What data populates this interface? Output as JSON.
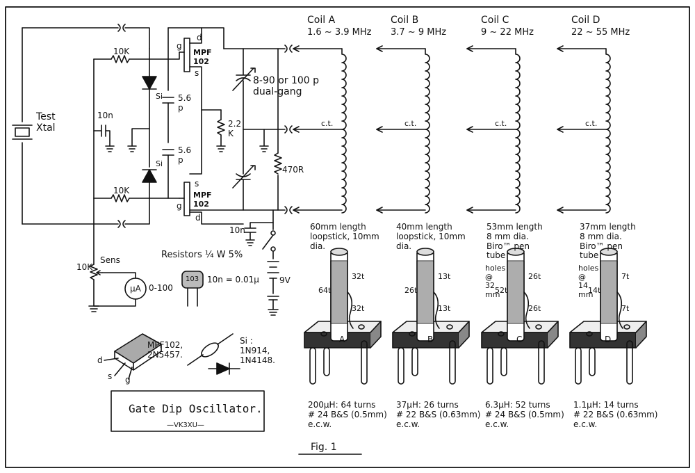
{
  "figure": {
    "caption": "Fig. 1"
  },
  "title_box": {
    "title": "Gate Dip Oscillator.",
    "signature": "—VK3XU—"
  },
  "coils": [
    {
      "name": "Coil A",
      "range": "1.6 ~ 3.9 MHz",
      "ct": "c.t.",
      "form": "60mm length\nloopstick, 10mm\ndia.",
      "turns_top": "32t",
      "turns_bottom": "32t",
      "dim": "64t",
      "base_letter": "A",
      "spec": "200μH: 64 turns\n# 24 B&S (0.5mm)\ne.c.w."
    },
    {
      "name": "Coil B",
      "range": "3.7 ~ 9 MHz",
      "ct": "c.t.",
      "form": "40mm length\nloopstick, 10mm\ndia.",
      "turns_top": "13t",
      "turns_bottom": "13t",
      "dim": "26t",
      "base_letter": "B",
      "spec": "37μH: 26 turns\n# 22 B&S (0.63mm)\ne.c.w."
    },
    {
      "name": "Coil C",
      "range": "9 ~ 22 MHz",
      "ct": "c.t.",
      "form": "53mm length\n8 mm dia.\nBiro™ pen\ntube",
      "turns_top": "26t",
      "turns_bottom": "26t",
      "dim": "52t",
      "holes": "holes\n@\n32\nmm",
      "base_letter": "C",
      "spec": "6.3μH: 52 turns\n# 24 B&S (0.5mm)\ne.c.w."
    },
    {
      "name": "Coil D",
      "range": "22 ~ 55 MHz",
      "ct": "c.t.",
      "form": "37mm length\n8 mm dia.\nBiro™ pen\ntube",
      "turns_top": "7t",
      "turns_bottom": "7t",
      "dim": "14t",
      "holes": "holes\n@\n14\nmm",
      "base_letter": "D",
      "spec": "1.1μH: 14 turns\n# 22 B&S (0.63mm)\ne.c.w."
    }
  ],
  "schematic": {
    "test_xtal": "Test\nXtal",
    "r_top": "10K",
    "r_bottom": "10K",
    "si_top": "Si",
    "si_bottom": "Si",
    "cap_10n_left": "10n",
    "cap_5p6_top": "5.6\np",
    "cap_5p6_bottom": "5.6\np",
    "fet_top": "MPF\n102",
    "fet_bottom": "MPF\n102",
    "fet_top_d": "d",
    "fet_top_g": "g",
    "fet_top_s": "s",
    "fet_bottom_s": "s",
    "fet_bottom_g": "g",
    "fet_bottom_d": "d",
    "variable_cap": "8-90 or 100 p\ndual-gang",
    "r_2k2": "2.2\nK",
    "r_470": "470R",
    "cap_10n_batt": "10n",
    "battery": "9V",
    "sens_pot": "10K",
    "sens_label": "Sens",
    "meter": "μA",
    "meter_range": "0-100",
    "resistors_note": "Resistors ¼ W 5%",
    "cap_note": "10n = 0.01μ",
    "cap_marking": "103"
  },
  "parts": {
    "fet": "MPF102,\n2N5457.",
    "fet_pins": {
      "d": "d",
      "s": "s",
      "g": "g"
    },
    "diode": "Si :\n1N914,\n1N4148."
  }
}
